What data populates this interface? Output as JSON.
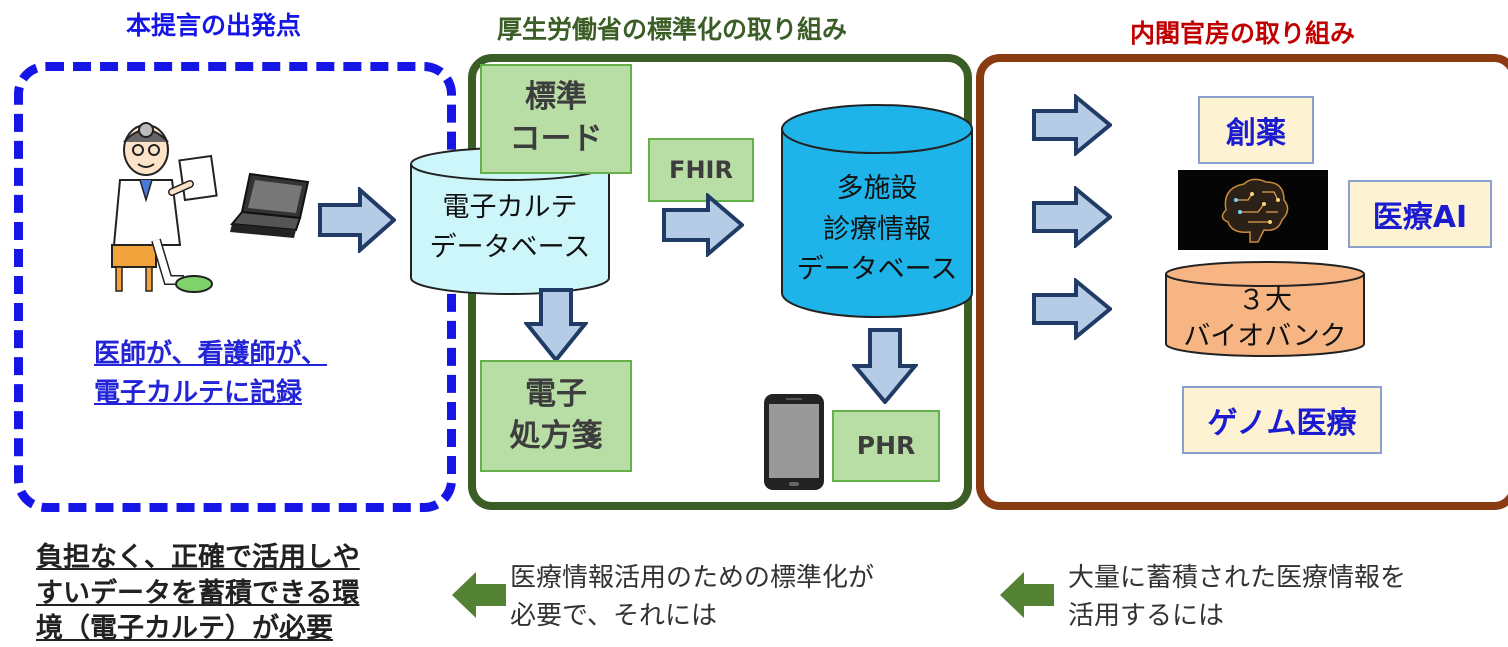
{
  "titles": {
    "left": "本提言の出発点",
    "center": "厚生労働省の標準化の取り組み",
    "right": "内閣官房の取り組み"
  },
  "colors": {
    "blue_accent": "#1515e6",
    "green_panel": "#3b5d26",
    "brown_panel": "#8a3b11",
    "title_red": "#c00000",
    "title_green": "#3b5d26"
  },
  "left_panel": {
    "record_line1": "医師が、看護師が、",
    "record_line2": "電子カルテに記録"
  },
  "center_panel": {
    "standard_code_line1": "標準",
    "standard_code_line2": "コード",
    "emr_db_line1": "電子カルテ",
    "emr_db_line2": "データベース",
    "fhir": "FHIR",
    "multi_db_line1": "多施設",
    "multi_db_line2": "診療情報",
    "multi_db_line3": "データベース",
    "eprescription_line1": "電子",
    "eprescription_line2": "処方箋",
    "phr": "PHR"
  },
  "right_panel": {
    "drug_discovery": "創薬",
    "medical_ai": "医療AI",
    "biobank_line1": "３大",
    "biobank_line2": "バイオバンク",
    "genome": "ゲノム医療"
  },
  "bottom": {
    "left_line1": "負担なく、正確で活用しや",
    "left_line2": "すいデータを蓄積できる環",
    "left_line3": "境（電子カルテ）が必要",
    "middle_line1": "医療情報活用のための標準化が",
    "middle_line2": "必要で、それには",
    "right_line1": "大量に蓄積された医療情報を",
    "right_line2": "活用するには"
  },
  "icons": [
    "doctor-illustration",
    "laptop-icon",
    "smartphone-icon",
    "brain-ai-image",
    "right-arrow-icon",
    "down-arrow-icon",
    "left-arrow-icon"
  ]
}
